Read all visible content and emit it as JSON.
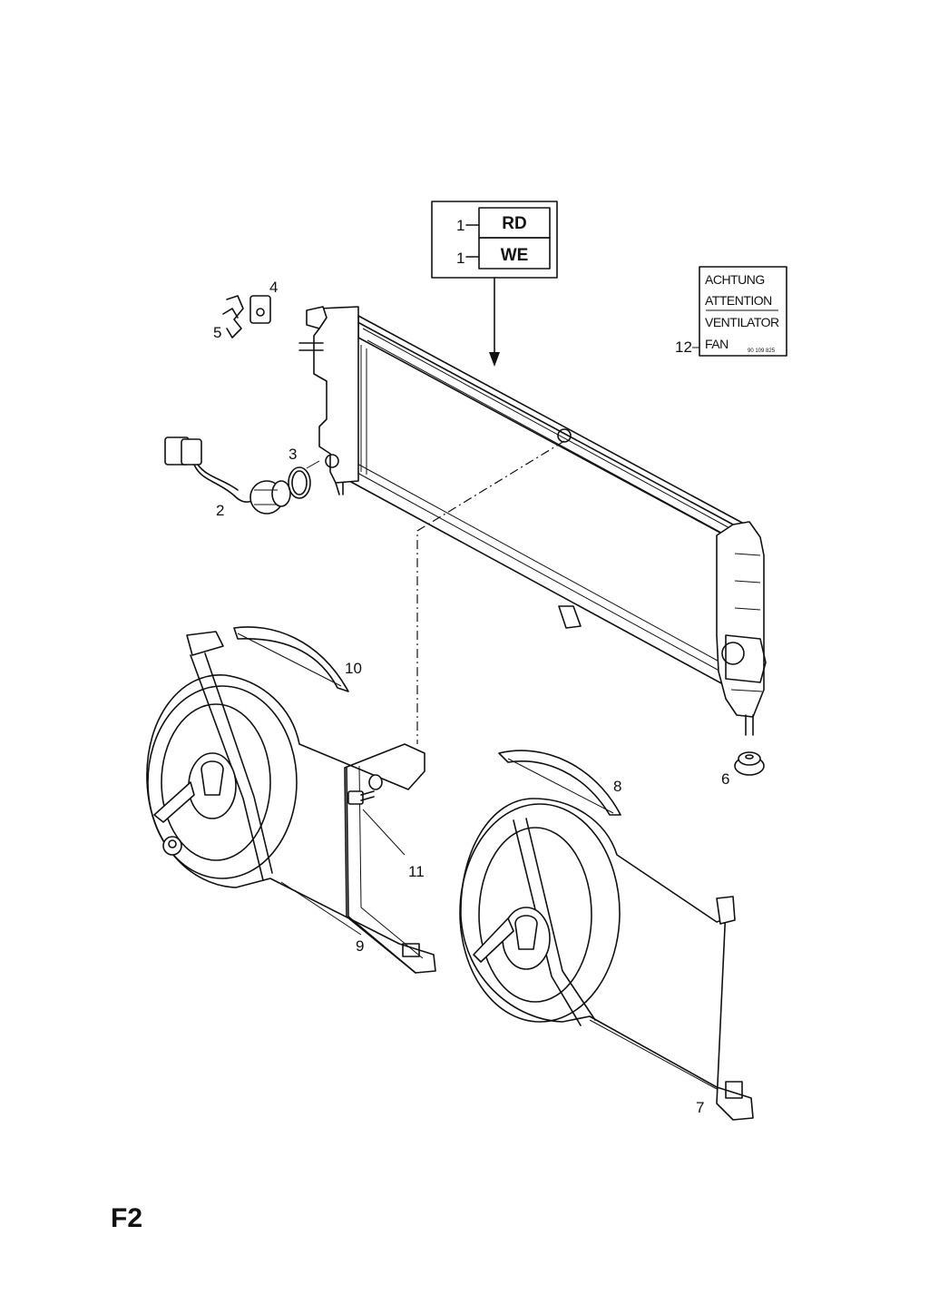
{
  "page_code": "F2",
  "color_codes": {
    "items": [
      {
        "part": "1",
        "code": "RD"
      },
      {
        "part": "1",
        "code": "WE"
      }
    ]
  },
  "warning_label": {
    "part": "12",
    "lines": [
      "ACHTUNG",
      "ATTENTION",
      "VENTILATOR",
      "FAN"
    ],
    "small_number": "90 109 825"
  },
  "callouts": {
    "p2": "2",
    "p3": "3",
    "p4": "4",
    "p5": "5",
    "p6": "6",
    "p7": "7",
    "p8": "8",
    "p9": "9",
    "p10": "10",
    "p11": "11"
  }
}
